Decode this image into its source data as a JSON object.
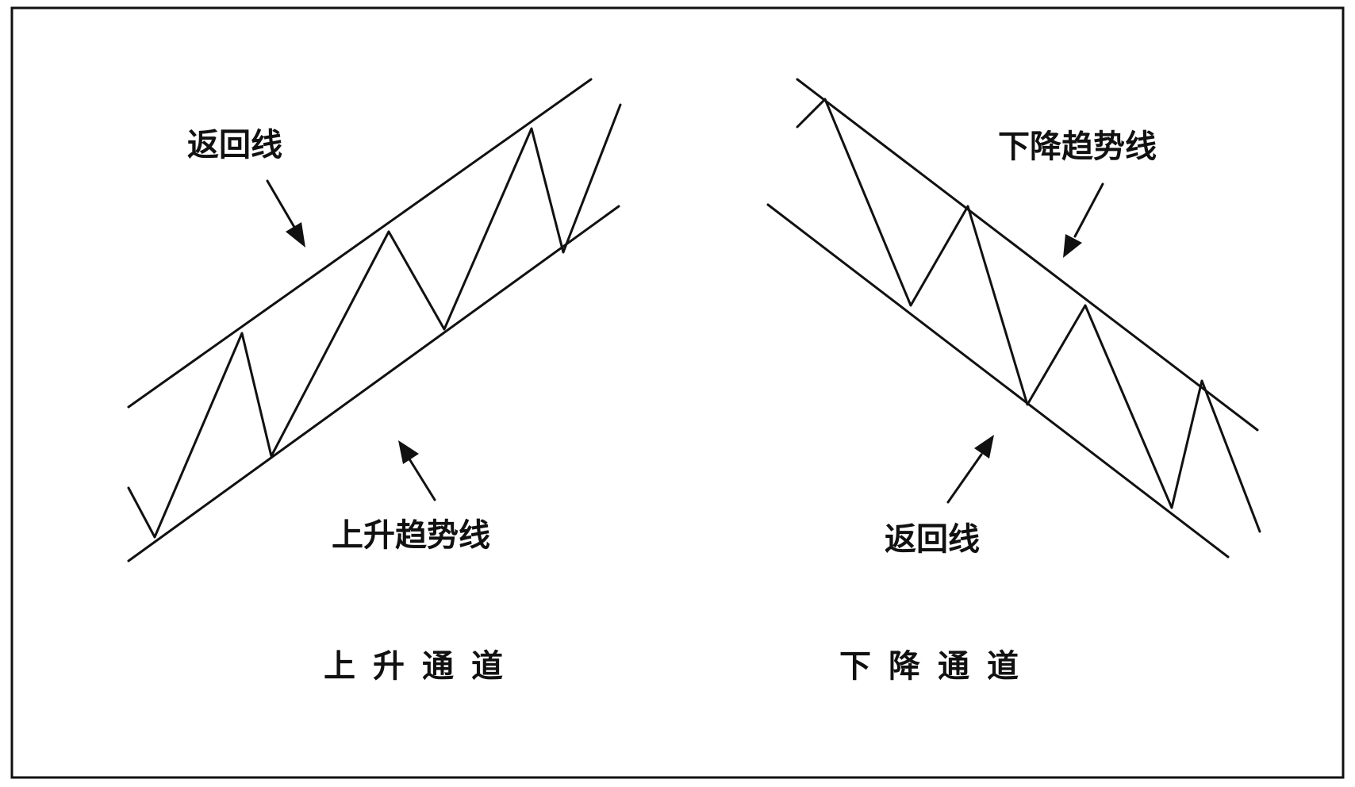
{
  "diagrams": [
    {
      "id": "ascending-channel",
      "title": "上升通道",
      "upper_line_label": "返回线",
      "lower_line_label": "上升趋势线"
    },
    {
      "id": "descending-channel",
      "title": "下降通道",
      "upper_line_label": "下降趋势线",
      "lower_line_label": "返回线"
    }
  ],
  "colors": {
    "ink": "#111111",
    "background": "#ffffff"
  }
}
